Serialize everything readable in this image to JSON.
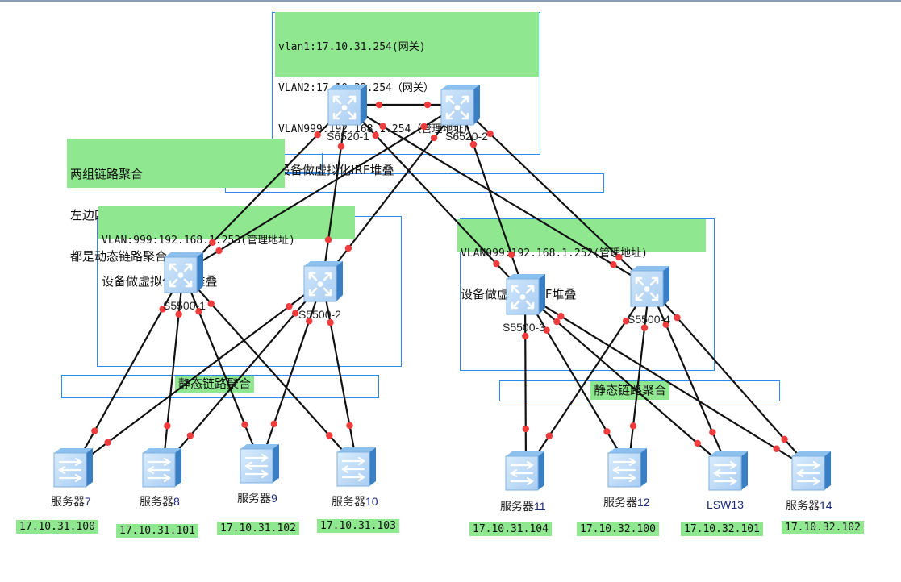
{
  "colors": {
    "note_bg": "#8fe88f",
    "group_border": "#2b8af0",
    "link": "#111111",
    "port_dot": "#f03c3c",
    "device_front": "#a9cdf2",
    "device_side": "#3a7fc4"
  },
  "notes": {
    "core": [
      "vlan1:17.10.31.254(网关)",
      "VLAN2:17.10.32.254（网关）",
      "VLAN999:192.168.1.254（管理地址）",
      "设备做虚拟化IRF堆叠"
    ],
    "aggregation": [
      "两组链路聚合",
      "左边四根线一组右边四根线一组",
      "都是动态链路聚合"
    ],
    "left_stack": [
      "VLAN:999:192.168.1.253(管理地址)",
      "设备做虚拟化IRF堆叠"
    ],
    "right_stack": [
      "VLAN999:192.168.1.252(管理地址)",
      "设备做虚拟化IRF堆叠"
    ],
    "left_static": "静态链路聚合",
    "right_static": "静态链路聚合"
  },
  "core_switches": [
    {
      "id": "S6520-1",
      "label": "S6520-1"
    },
    {
      "id": "S6520-2",
      "label": "S6520-2"
    }
  ],
  "distribution_switches": [
    {
      "id": "S5500-1",
      "label": "S5500-1"
    },
    {
      "id": "S5500-2",
      "label": "S5500-2"
    },
    {
      "id": "S5500-3",
      "label": "S5500-3"
    },
    {
      "id": "S5500-4",
      "label": "S5500-4"
    }
  ],
  "access_devices": [
    {
      "id": "srv7",
      "name": "服务器",
      "num": "7",
      "ip": "17.10.31.100"
    },
    {
      "id": "srv8",
      "name": "服务器",
      "num": "8",
      "ip": "17.10.31.101"
    },
    {
      "id": "srv9",
      "name": "服务器",
      "num": "9",
      "ip": "17.10.31.102"
    },
    {
      "id": "srv10",
      "name": "服务器",
      "num": "10",
      "ip": "17.10.31.103"
    },
    {
      "id": "srv11",
      "name": "服务器",
      "num": "11",
      "ip": "17.10.31.104"
    },
    {
      "id": "srv12",
      "name": "服务器",
      "num": "12",
      "ip": "17.10.32.100"
    },
    {
      "id": "lsw13",
      "name": "",
      "num": "LSW13",
      "ip": "17.10.32.101"
    },
    {
      "id": "srv14",
      "name": "服务器",
      "num": "14",
      "ip": "17.10.32.102"
    }
  ],
  "links": [
    [
      "S6520-1",
      "S6520-2"
    ],
    [
      "S6520-1",
      "S5500-1"
    ],
    [
      "S6520-1",
      "S5500-2"
    ],
    [
      "S6520-2",
      "S5500-1"
    ],
    [
      "S6520-2",
      "S5500-2"
    ],
    [
      "S6520-1",
      "S5500-3"
    ],
    [
      "S6520-1",
      "S5500-4"
    ],
    [
      "S6520-2",
      "S5500-3"
    ],
    [
      "S6520-2",
      "S5500-4"
    ],
    [
      "S5500-1",
      "srv7"
    ],
    [
      "S5500-1",
      "srv8"
    ],
    [
      "S5500-1",
      "srv9"
    ],
    [
      "S5500-1",
      "srv10"
    ],
    [
      "S5500-2",
      "srv7"
    ],
    [
      "S5500-2",
      "srv8"
    ],
    [
      "S5500-2",
      "srv9"
    ],
    [
      "S5500-2",
      "srv10"
    ],
    [
      "S5500-3",
      "srv11"
    ],
    [
      "S5500-3",
      "srv12"
    ],
    [
      "S5500-3",
      "lsw13"
    ],
    [
      "S5500-3",
      "srv14"
    ],
    [
      "S5500-4",
      "srv11"
    ],
    [
      "S5500-4",
      "srv12"
    ],
    [
      "S5500-4",
      "lsw13"
    ],
    [
      "S5500-4",
      "srv14"
    ]
  ]
}
